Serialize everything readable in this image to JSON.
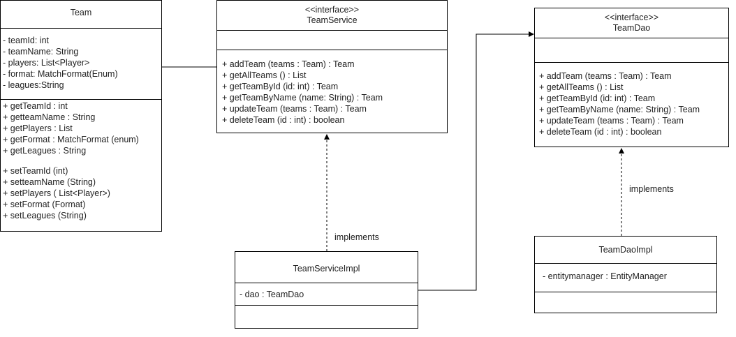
{
  "team": {
    "name": "Team",
    "attributes": [
      "- teamId: int",
      "- teamName: String",
      "- players: List<Player>",
      "- format: MatchFormat(Enum)",
      "- leagues:String"
    ],
    "getters": [
      "+ getTeamId : int",
      "+ getteamName : String",
      "+ getPlayers : List",
      "+ getFormat : MatchFormat (enum)",
      "+ getLeagues : String"
    ],
    "setters": [
      "+ setTeamId (int)",
      "+ setteamName (String)",
      "+ setPlayers ( List<Player>)",
      "+ setFormat (Format)",
      "+ setLeagues (String)"
    ]
  },
  "team_service": {
    "stereotype": "<<interface>>",
    "name": "TeamService",
    "methods": [
      "+ addTeam (teams : Team) : Team",
      "+ getAllTeams () : List",
      "+ getTeamById (id: int) : Team",
      "+ getTeamByName (name: String) : Team",
      "+ updateTeam (teams : Team) : Team",
      "+ deleteTeam (id : int) : boolean"
    ]
  },
  "team_dao": {
    "stereotype": "<<interface>>",
    "name": "TeamDao",
    "methods": [
      "+ addTeam (teams : Team) : Team",
      "+ getAllTeams () : List",
      "+ getTeamById (id: int) : Team",
      "+ getTeamByName (name: String) : Team",
      "+ updateTeam (teams : Team) : Team",
      "+ deleteTeam (id : int) : boolean"
    ]
  },
  "team_service_impl": {
    "name": "TeamServiceImpl",
    "attributes": [
      "- dao : TeamDao"
    ]
  },
  "team_dao_impl": {
    "name": "TeamDaoImpl",
    "attributes": [
      "- entitymanager : EntityManager"
    ]
  },
  "labels": {
    "service_implements": "implements",
    "dao_implements": "implements"
  }
}
